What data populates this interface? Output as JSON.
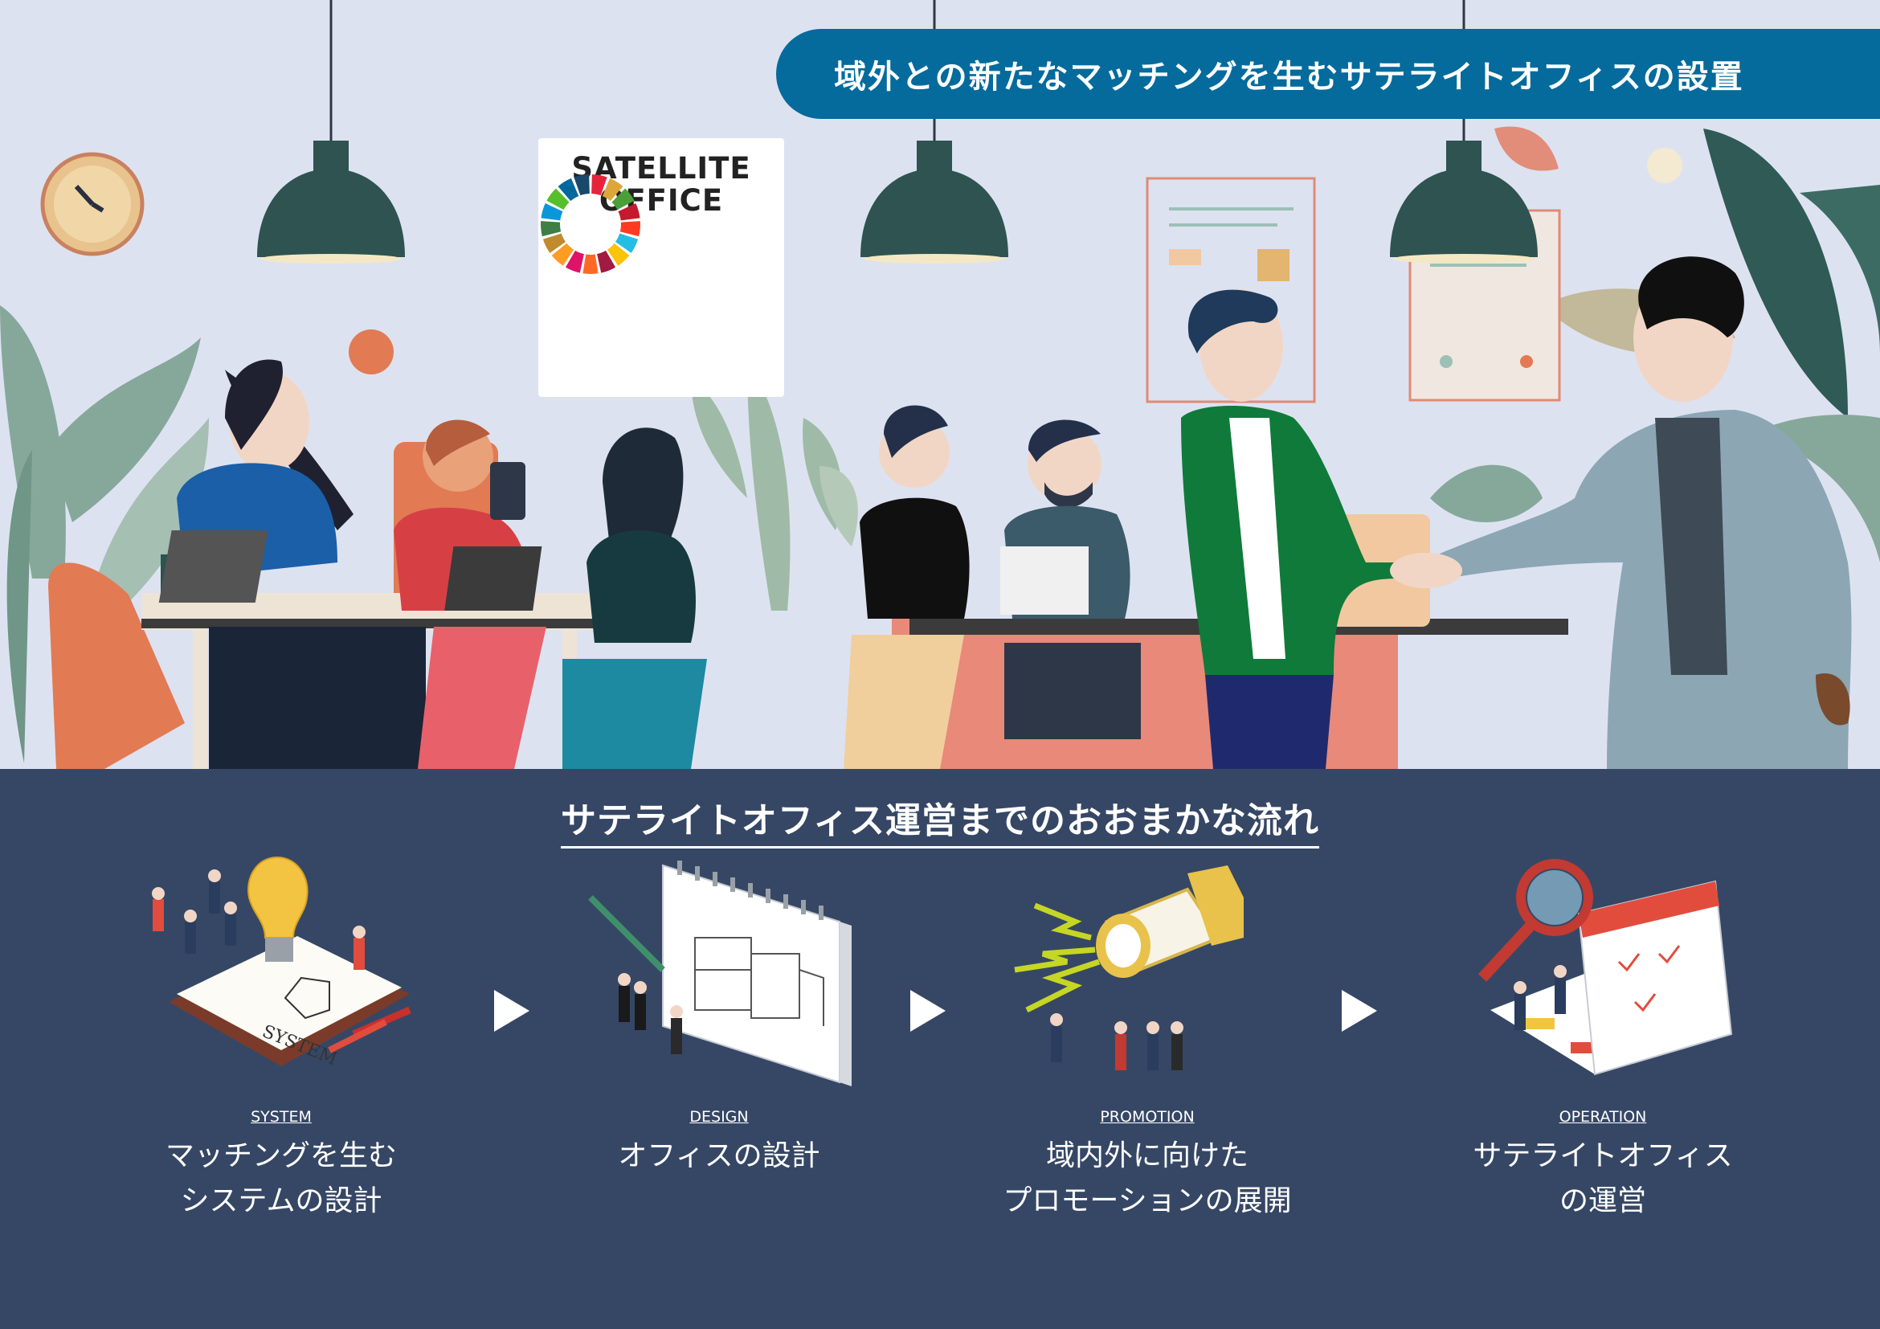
{
  "banner": {
    "text": "域外との新たなマッチングを生むサテライトオフィスの設置"
  },
  "logo": {
    "line1": "SATELLITE",
    "line2": "OFFICE"
  },
  "flow": {
    "title": "サテライトオフィス運営までのおおまかな流れ",
    "steps": [
      {
        "en": "SYSTEM",
        "ja1": "マッチングを生む",
        "ja2": "システムの設計",
        "illus_label": "SYSTEM"
      },
      {
        "en": "DESIGN",
        "ja1": "オフィスの設計",
        "ja2": ""
      },
      {
        "en": "PROMOTION",
        "ja1": "域内外に向けた",
        "ja2": "プロモーションの展開"
      },
      {
        "en": "OPERATION",
        "ja1": "サテライトオフィス",
        "ja2": "の運営"
      }
    ]
  },
  "colors": {
    "hero_bg": "#dde2f1",
    "banner_bg": "#046b9c",
    "flow_bg": "#364765",
    "lamp": "#2e5350",
    "accent_orange": "#e27a54",
    "plant": "#86a89a"
  },
  "icons": [
    "lamp-icon",
    "clock-icon",
    "sdg-wheel-icon",
    "arrow-right-icon",
    "lightbulb-icon",
    "calendar-icon",
    "megaphone-icon",
    "magnifier-icon"
  ]
}
